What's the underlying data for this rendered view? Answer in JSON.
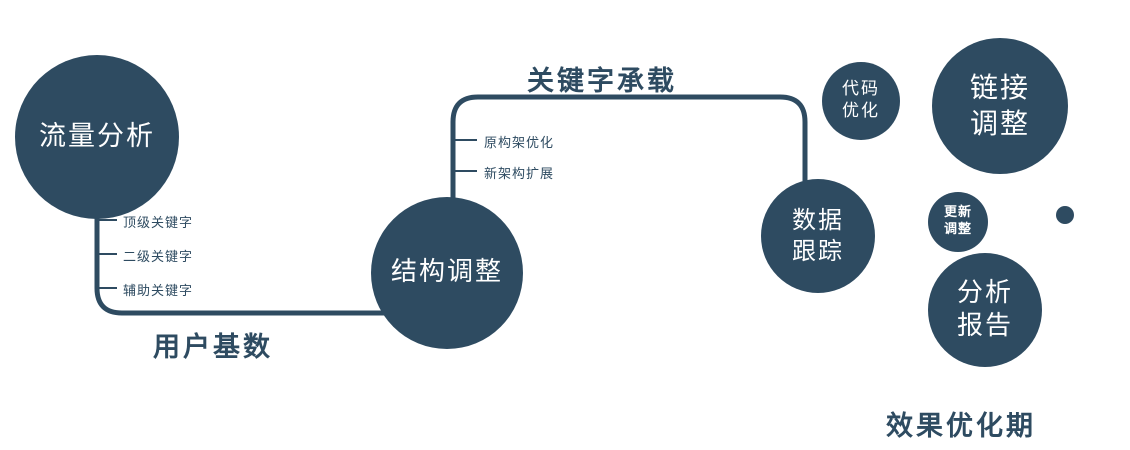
{
  "diagram": {
    "colors": {
      "primary": "#2e4b61",
      "background": "#ffffff",
      "node_text": "#ffffff"
    },
    "nodes": {
      "traffic": {
        "label": "流量分析"
      },
      "structure": {
        "label": "结构调整"
      },
      "data_tracking": {
        "line1": "数据",
        "line2": "跟踪"
      },
      "code_optimization": {
        "line1": "代码",
        "line2": "优化"
      },
      "link_adjustment": {
        "line1": "链接",
        "line2": "调整"
      },
      "update_adjustment": {
        "line1": "更新",
        "line2": "调整"
      },
      "analysis_report": {
        "line1": "分析",
        "line2": "报告"
      }
    },
    "edge_labels": {
      "user_base": "用户基数",
      "keyword_bearing": "关键字承载",
      "effect_optimization": "效果优化期"
    },
    "branches": {
      "traffic": [
        "顶级关键字",
        "二级关键字",
        "辅助关键字"
      ],
      "structure": [
        "原构架优化",
        "新架构扩展"
      ]
    }
  }
}
